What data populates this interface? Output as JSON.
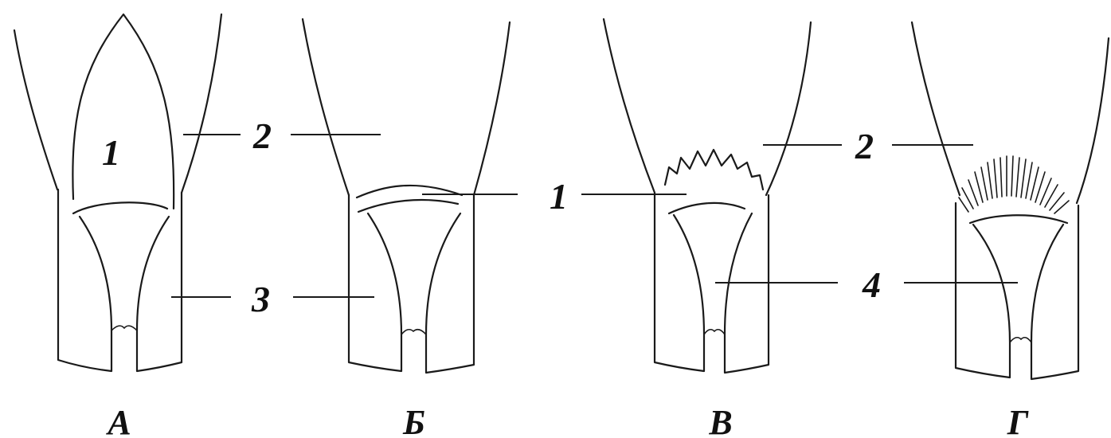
{
  "labels": {
    "a_1": "1",
    "a_2": "2",
    "a_3": "3",
    "v_1": "1",
    "v_2": "2",
    "v_4": "4"
  },
  "panels": [
    "А",
    "Б",
    "В",
    "Г"
  ]
}
